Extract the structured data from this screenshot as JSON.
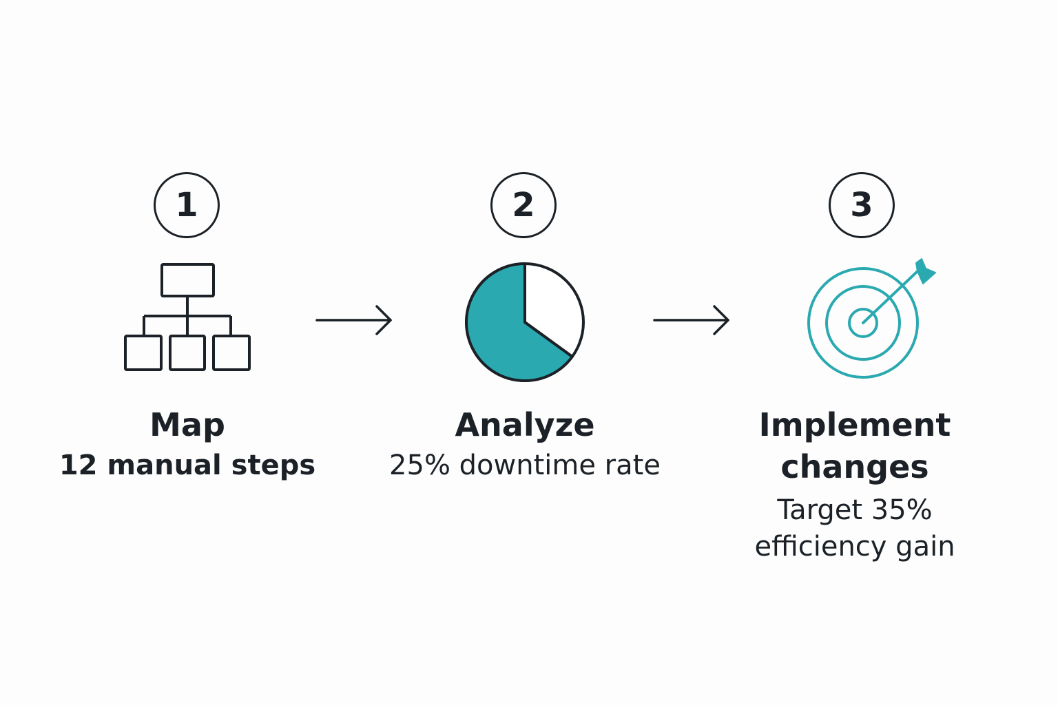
{
  "steps": [
    {
      "number": "1",
      "title": "Map",
      "subtitle": "12 manual steps",
      "icon": "hierarchy-diagram-icon"
    },
    {
      "number": "2",
      "title": "Analyze",
      "subtitle": "25% downtime rate",
      "icon": "pie-chart-icon"
    },
    {
      "number": "3",
      "title_line1": "Implement",
      "title_line2": "changes",
      "subtitle_line1": "Target 35%",
      "subtitle_line2": "efficiency gain",
      "icon": "target-arrow-icon"
    }
  ],
  "arrows": [
    "arrow-right-icon",
    "arrow-right-icon"
  ],
  "colors": {
    "ink": "#1b2126",
    "accent": "#2aa9b0",
    "background": "#fdfdfd"
  }
}
